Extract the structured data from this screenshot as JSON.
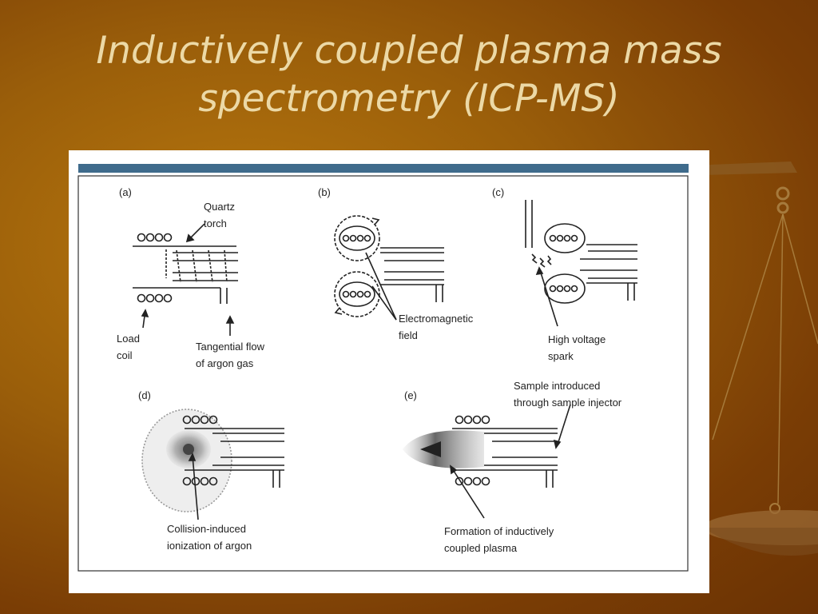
{
  "slide": {
    "title_line1": "Inductively coupled plasma mass",
    "title_line2": "spectrometry (ICP-MS)"
  },
  "colors": {
    "background": "#8c520a",
    "title": "#ecd9a6",
    "figure_header_bar": "#3f6b8c"
  },
  "figure": {
    "panels": {
      "a": {
        "tag": "(a)",
        "labels": {
          "quartz_torch": "Quartz\ntorch",
          "load_coil": "Load\ncoil",
          "argon_flow": "Tangential flow\nof argon gas"
        }
      },
      "b": {
        "tag": "(b)",
        "labels": {
          "em_field": "Electromagnetic\nfield"
        }
      },
      "c": {
        "tag": "(c)",
        "labels": {
          "spark": "High voltage\nspark"
        }
      },
      "d": {
        "tag": "(d)",
        "labels": {
          "ionization": "Collision-induced\nionization of argon"
        }
      },
      "e": {
        "tag": "(e)",
        "labels": {
          "sample_injector": "Sample introduced\nthrough sample injector",
          "plasma_formation": "Formation of inductively\ncoupled plasma"
        }
      }
    }
  }
}
